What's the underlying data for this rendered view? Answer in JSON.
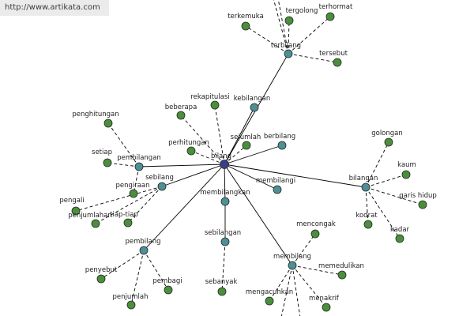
{
  "watermark": "http://www.artikata.com",
  "colors": {
    "background": "#ffffff",
    "edge": "#000000",
    "root_node": "#3a3d86",
    "hub_node": "#4f8f96",
    "leaf_node": "#4b8f3c",
    "node_stroke": "#1f2a22"
  },
  "graph": {
    "root": {
      "id": "bilang",
      "label": "bilang"
    },
    "hubs": [
      {
        "id": "terbilang",
        "label": "terbilang"
      },
      {
        "id": "kebilangan",
        "label": "kebilangan"
      },
      {
        "id": "berbilang",
        "label": "berbilang"
      },
      {
        "id": "pembilangan",
        "label": "pembilangan"
      },
      {
        "id": "sebilang",
        "label": "sebilang"
      },
      {
        "id": "membilangi",
        "label": "membilangi"
      },
      {
        "id": "bilangan",
        "label": "bilangan"
      },
      {
        "id": "membilangkan",
        "label": "membilangkan"
      },
      {
        "id": "sebilangan",
        "label": "sebilangan"
      },
      {
        "id": "pembilang",
        "label": "pembilang"
      },
      {
        "id": "membilang",
        "label": "membilang"
      }
    ],
    "leaves": [
      {
        "id": "terkemuka",
        "label": "terkemuka",
        "parent": "terbilang"
      },
      {
        "id": "tergolong",
        "label": "tergolong",
        "parent": "terbilang"
      },
      {
        "id": "terhormat",
        "label": "terhormat",
        "parent": "terbilang"
      },
      {
        "id": "tersebut",
        "label": "tersebut",
        "parent": "terbilang"
      },
      {
        "id": "rekapitulasi",
        "label": "rekapitulasi",
        "parent": "bilang"
      },
      {
        "id": "beberapa",
        "label": "beberapa",
        "parent": "bilang"
      },
      {
        "id": "perhitungan",
        "label": "perhitungan",
        "parent": "bilang"
      },
      {
        "id": "sejumlah",
        "label": "sejumlah",
        "parent": "bilang"
      },
      {
        "id": "penghitungan",
        "label": "penghitungan",
        "parent": "pembilangan"
      },
      {
        "id": "setiap",
        "label": "setiap",
        "parent": "pembilangan"
      },
      {
        "id": "pengiraan",
        "label": "pengiraan",
        "parent": "pembilangan"
      },
      {
        "id": "pengali",
        "label": "pengali",
        "parent": "sebilang"
      },
      {
        "id": "penjumlahan",
        "label": "penjumlahan",
        "parent": "sebilang"
      },
      {
        "id": "tiap-tiap",
        "label": "tiap-tiap",
        "parent": "sebilang"
      },
      {
        "id": "golongan",
        "label": "golongan",
        "parent": "bilangan"
      },
      {
        "id": "kaum",
        "label": "kaum",
        "parent": "bilangan"
      },
      {
        "id": "garis hidup",
        "label": "garis hidup",
        "parent": "bilangan"
      },
      {
        "id": "kodrat",
        "label": "kodrat",
        "parent": "bilangan"
      },
      {
        "id": "kadar",
        "label": "kadar",
        "parent": "bilangan"
      },
      {
        "id": "penyebut",
        "label": "penyebut",
        "parent": "pembilang"
      },
      {
        "id": "pembagi",
        "label": "pembagi",
        "parent": "pembilang"
      },
      {
        "id": "penjumlah",
        "label": "penjumlah",
        "parent": "pembilang"
      },
      {
        "id": "sebanyak",
        "label": "sebanyak",
        "parent": "sebilangan"
      },
      {
        "id": "mencongak",
        "label": "mencongak",
        "parent": "membilang"
      },
      {
        "id": "memedulikan",
        "label": "memedulikan",
        "parent": "membilang"
      },
      {
        "id": "mengacuhkan",
        "label": "mengacuhkan",
        "parent": "membilang"
      },
      {
        "id": "menakrif",
        "label": "menakrif",
        "parent": "membilang"
      }
    ],
    "solid_edges": [
      [
        "bilang",
        "terbilang"
      ],
      [
        "bilang",
        "kebilangan"
      ],
      [
        "bilang",
        "berbilang"
      ],
      [
        "bilang",
        "pembilangan"
      ],
      [
        "bilang",
        "sebilang"
      ],
      [
        "bilang",
        "membilangi"
      ],
      [
        "bilang",
        "bilangan"
      ],
      [
        "bilang",
        "membilangkan"
      ],
      [
        "bilang",
        "pembilang"
      ],
      [
        "bilang",
        "membilang"
      ],
      [
        "membilangkan",
        "sebilangan"
      ]
    ]
  }
}
